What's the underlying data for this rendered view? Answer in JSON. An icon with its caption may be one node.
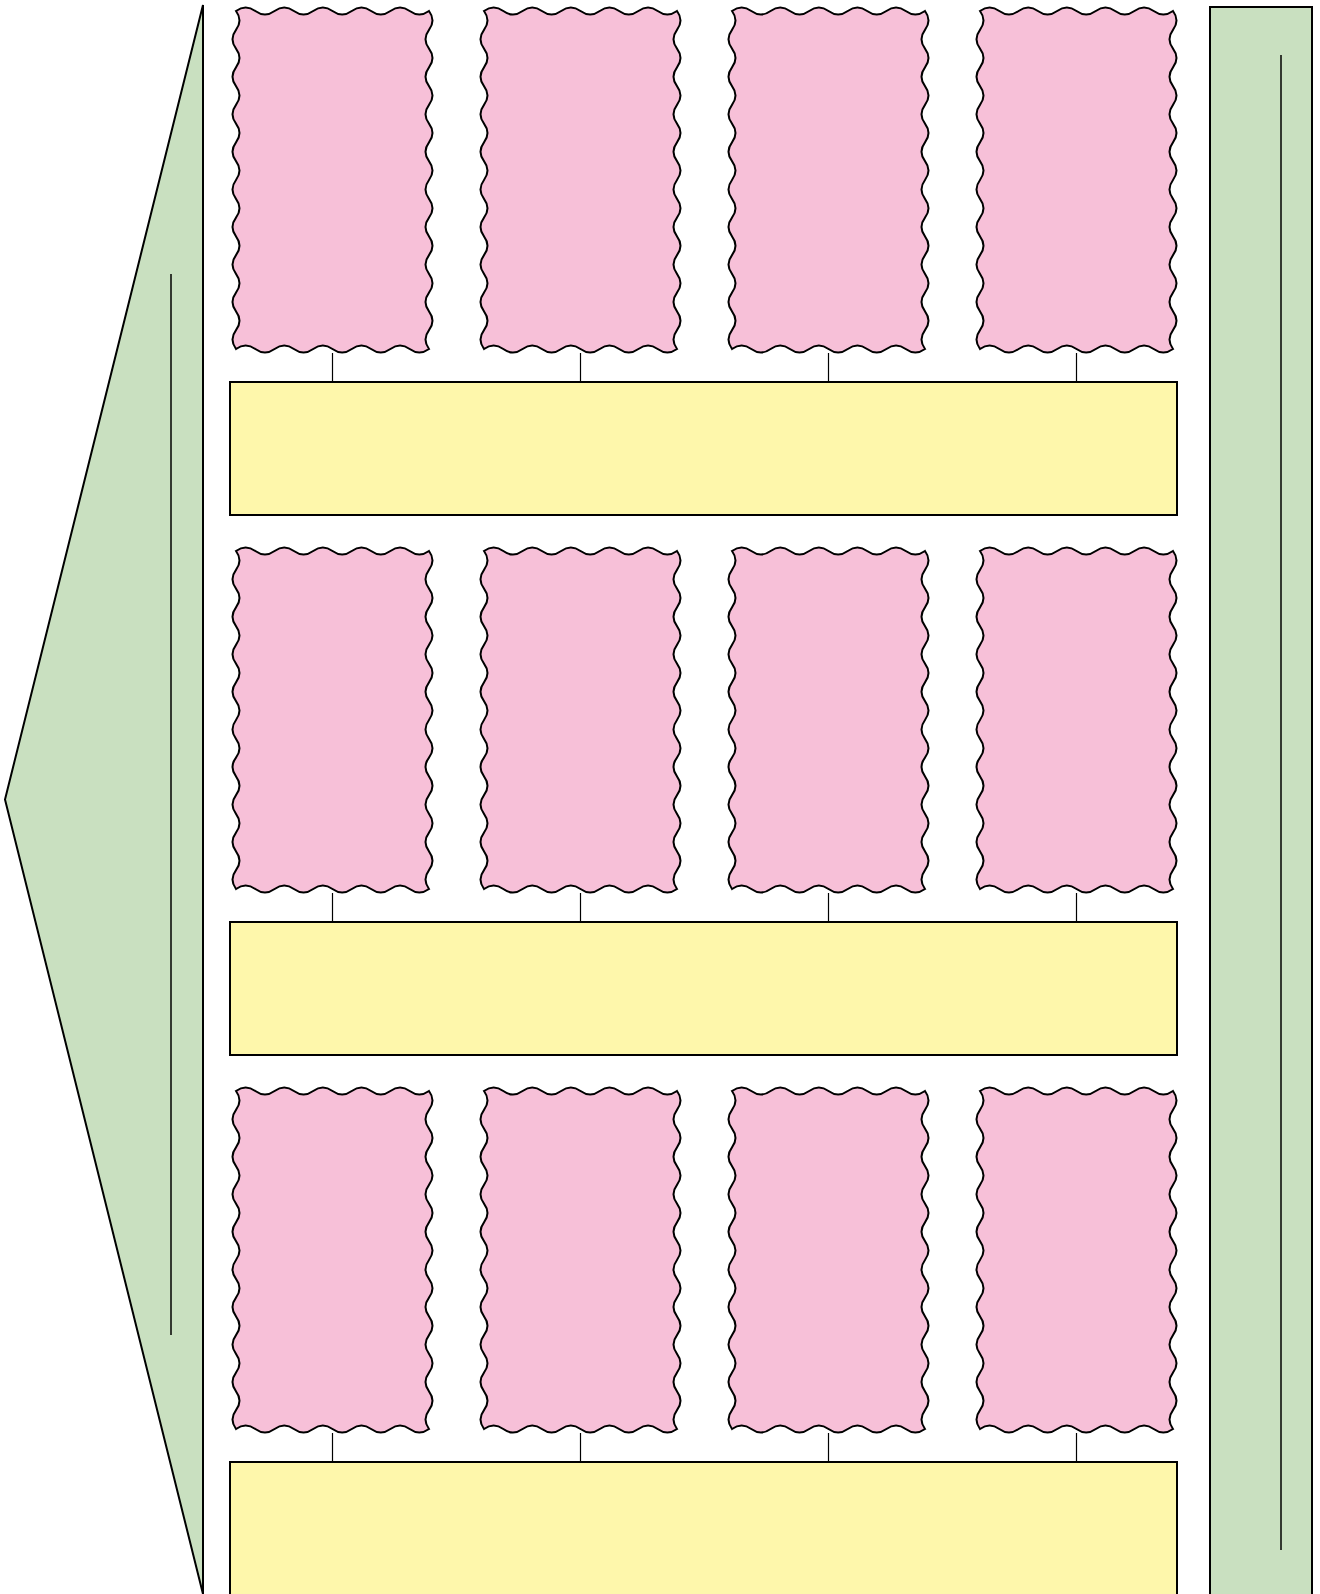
{
  "diagram": {
    "nodes": [
      {
        "text": [],
        "shape": "triangle"
      },
      {
        "text": [],
        "shape": "banner"
      },
      {
        "text": [],
        "shape": "banner"
      },
      {
        "text": [],
        "shape": "banner"
      },
      {
        "text": [],
        "shape": "banner"
      },
      {
        "text": [],
        "shape": "bar"
      },
      {
        "text": [],
        "shape": "banner"
      },
      {
        "text": [],
        "shape": "banner"
      },
      {
        "text": [],
        "shape": "banner"
      },
      {
        "text": [],
        "shape": "banner"
      },
      {
        "text": [],
        "shape": "bar"
      },
      {
        "text": [],
        "shape": "banner"
      },
      {
        "text": [],
        "shape": "banner"
      },
      {
        "text": [],
        "shape": "banner"
      },
      {
        "text": [],
        "shape": "banner"
      },
      {
        "text": [],
        "shape": "bar"
      },
      {
        "text": [],
        "shape": "bar"
      }
    ],
    "edges": [
      {
        "from": 1,
        "to": 5,
        "arrow": "none"
      },
      {
        "from": 2,
        "to": 5,
        "arrow": "none"
      },
      {
        "from": 3,
        "to": 5,
        "arrow": "none"
      },
      {
        "from": 4,
        "to": 5,
        "arrow": "none"
      },
      {
        "from": 6,
        "to": 10,
        "arrow": "none"
      },
      {
        "from": 7,
        "to": 10,
        "arrow": "none"
      },
      {
        "from": 8,
        "to": 10,
        "arrow": "none"
      },
      {
        "from": 9,
        "to": 10,
        "arrow": "none"
      },
      {
        "from": 11,
        "to": 15,
        "arrow": "none"
      },
      {
        "from": 12,
        "to": 15,
        "arrow": "none"
      },
      {
        "from": 13,
        "to": 15,
        "arrow": "none"
      },
      {
        "from": 14,
        "to": 15,
        "arrow": "none"
      }
    ]
  }
}
